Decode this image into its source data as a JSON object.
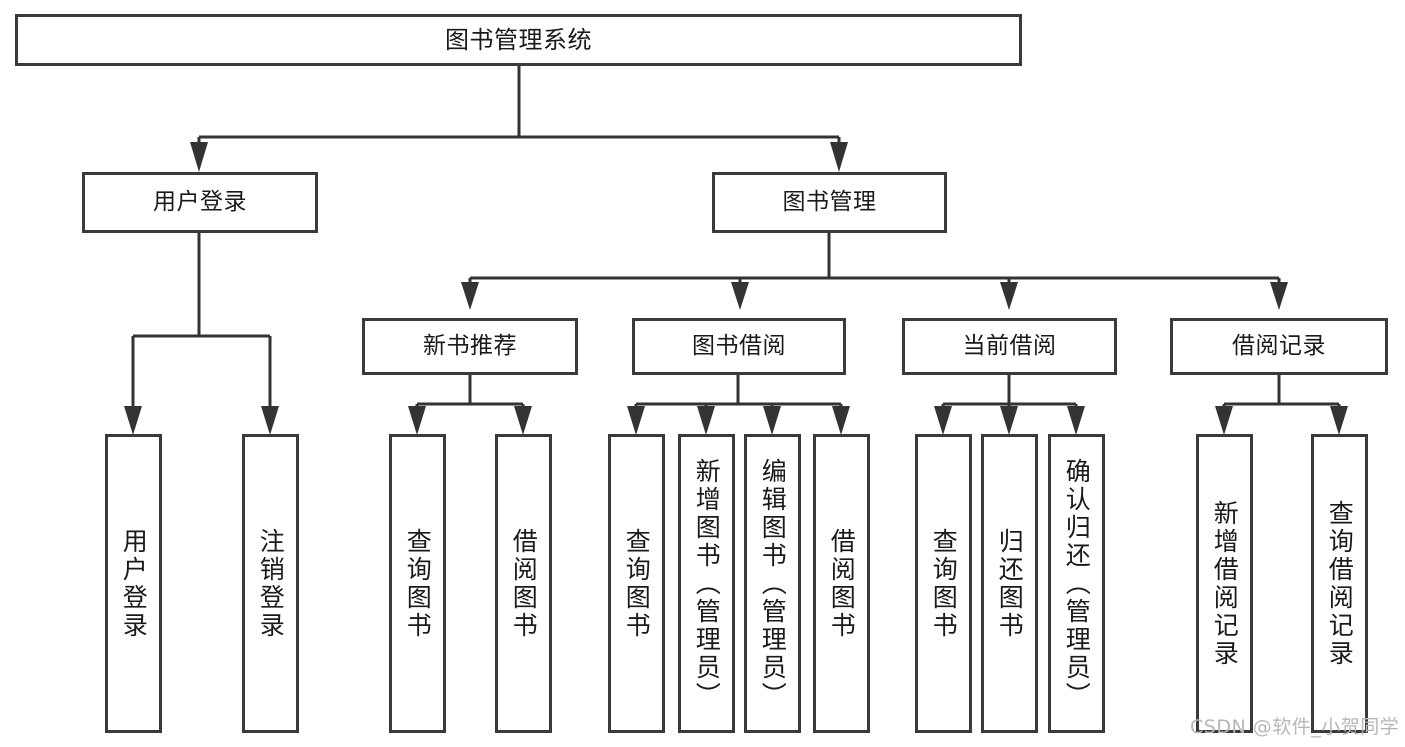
{
  "diagram": {
    "type": "tree-hierarchy",
    "title": "图书管理系统",
    "root": {
      "id": "root",
      "label": "图书管理系统"
    },
    "level2": [
      {
        "id": "user-login",
        "label": "用户登录"
      },
      {
        "id": "book-manage",
        "label": "图书管理"
      }
    ],
    "level3": [
      {
        "id": "new-book-rec",
        "label": "新书推荐",
        "parent": "book-manage"
      },
      {
        "id": "book-borrow",
        "label": "图书借阅",
        "parent": "book-manage"
      },
      {
        "id": "current-borrow",
        "label": "当前借阅",
        "parent": "book-manage"
      },
      {
        "id": "borrow-record",
        "label": "借阅记录",
        "parent": "book-manage"
      }
    ],
    "leaves": [
      {
        "id": "leaf-user-login",
        "label": "用户登录",
        "parent": "user-login"
      },
      {
        "id": "leaf-logout",
        "label": "注销登录",
        "parent": "user-login"
      },
      {
        "id": "leaf-query-book-1",
        "label": "查询图书",
        "parent": "new-book-rec"
      },
      {
        "id": "leaf-borrow-book-1",
        "label": "借阅图书",
        "parent": "new-book-rec"
      },
      {
        "id": "leaf-query-book-2",
        "label": "查询图书",
        "parent": "book-borrow"
      },
      {
        "id": "leaf-add-book",
        "label": "新增图书（管理员）",
        "parent": "book-borrow"
      },
      {
        "id": "leaf-edit-book",
        "label": "编辑图书（管理员）",
        "parent": "book-borrow"
      },
      {
        "id": "leaf-borrow-book-2",
        "label": "借阅图书",
        "parent": "book-borrow"
      },
      {
        "id": "leaf-query-book-3",
        "label": "查询图书",
        "parent": "current-borrow"
      },
      {
        "id": "leaf-return-book",
        "label": "归还图书",
        "parent": "current-borrow"
      },
      {
        "id": "leaf-confirm-return",
        "label": "确认归还（管理员）",
        "parent": "current-borrow"
      },
      {
        "id": "leaf-add-record",
        "label": "新增借阅记录",
        "parent": "borrow-record"
      },
      {
        "id": "leaf-query-record",
        "label": "查询借阅记录",
        "parent": "borrow-record"
      }
    ]
  },
  "watermark": {
    "text": "CSDN @软件_小贺同学"
  },
  "colors": {
    "border": "#3a3a3a",
    "text": "#1a1a1a",
    "background": "#ffffff",
    "connector": "#333333",
    "watermark": "#b7b7b7"
  }
}
